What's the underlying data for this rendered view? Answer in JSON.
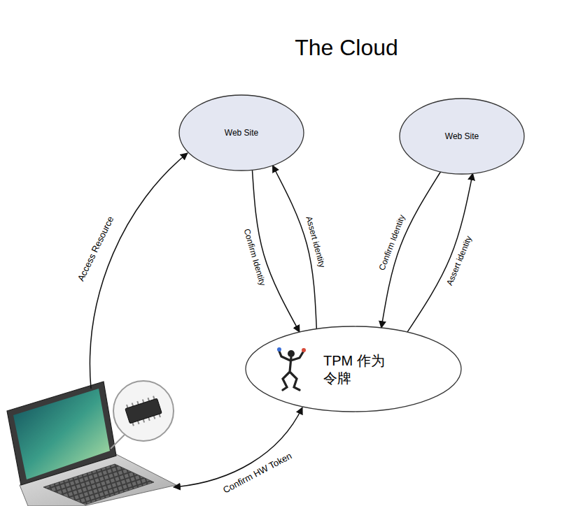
{
  "diagram": {
    "nodes": [
      {
        "text": [
          "The Cloud"
        ]
      },
      {
        "text": [
          "Web Site"
        ],
        "in": 0
      },
      {
        "text": [
          "Web Site"
        ],
        "in": 0
      },
      {
        "text": [
          "TPM 作为 令牌"
        ],
        "in": 0
      }
    ],
    "edges": [
      {
        "from": 1,
        "to": 3,
        "arrow": "to",
        "label": "Confirm Identity"
      },
      {
        "from": 3,
        "to": 1,
        "arrow": "to",
        "label": "Assert identity"
      },
      {
        "from": 2,
        "to": 3,
        "arrow": "to",
        "label": "Confirm Identity"
      },
      {
        "from": 3,
        "to": 2,
        "arrow": "to",
        "label": "Assert identity"
      }
    ],
    "labels": [
      "Access Resource",
      "Confirm HW Token"
    ]
  }
}
